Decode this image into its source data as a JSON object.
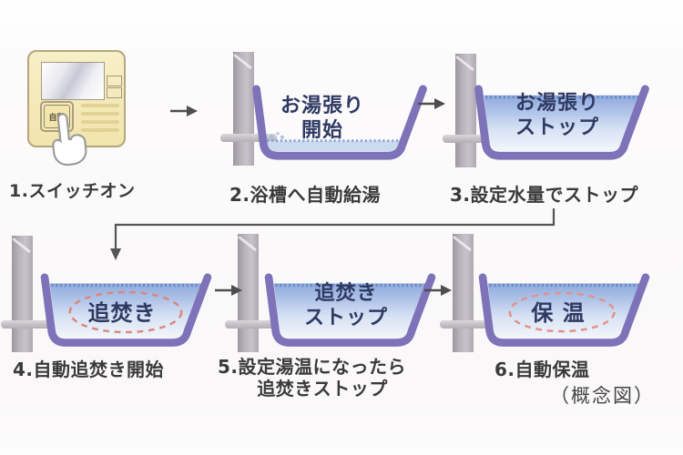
{
  "figure": {
    "footnote": "（概念図）"
  },
  "remote": {
    "auto_button_label": "自動"
  },
  "steps": [
    {
      "num": 1,
      "label": "1.スイッチオン"
    },
    {
      "num": 2,
      "label": "2.浴槽へ自動給湯",
      "tub_line1": "お湯張り",
      "tub_line2": "開始"
    },
    {
      "num": 3,
      "label": "3.設定水量でストップ",
      "tub_line1": "お湯張り",
      "tub_line2": "ストップ"
    },
    {
      "num": 4,
      "label": "4.自動追焚き開始",
      "tub_line1": "追焚き"
    },
    {
      "num": 5,
      "label_line1": "5.設定湯温になったら",
      "label_line2": "追焚きストップ",
      "tub_line1": "追焚き",
      "tub_line2": "ストップ"
    },
    {
      "num": 6,
      "label": "6.自動保温",
      "tub_line1": "保 温"
    }
  ],
  "colors": {
    "tub_outline": "#7e72b8",
    "water_top": "#8fa9da",
    "water_bottom": "#f3f6fb",
    "water_surface_dots": "#6888c8",
    "circulation_dashes": "#d8897e",
    "remote_body": "#f6ebbe",
    "pillar_gray": "#b9b3bb",
    "label_text": "#3a3a3a",
    "tub_text": "#2f3a63",
    "arrow": "#4e4e4e"
  }
}
